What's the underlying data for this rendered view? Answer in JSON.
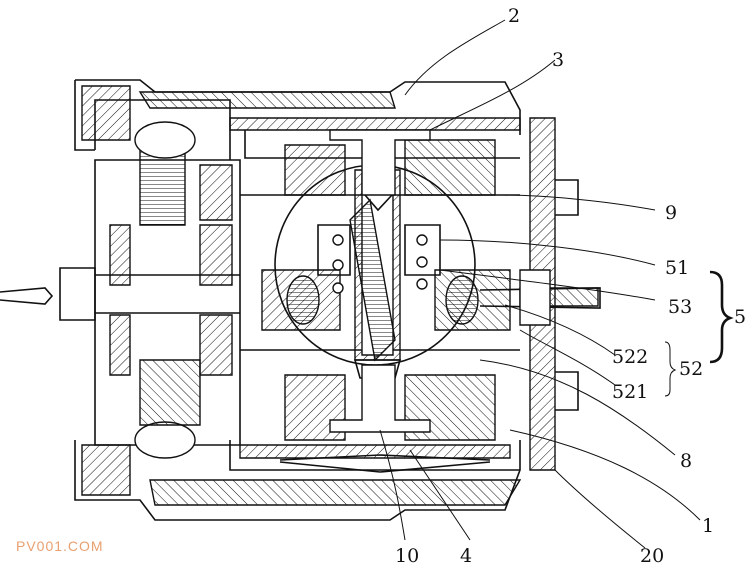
{
  "labels": {
    "l2": "2",
    "l3": "3",
    "l9": "9",
    "l51": "51",
    "l53": "53",
    "l5": "5",
    "l522": "522",
    "l52": "52",
    "l521": "521",
    "l8": "8",
    "l1": "1",
    "l20": "20",
    "l4": "4",
    "l10": "10"
  },
  "watermark": "PV001.COM"
}
